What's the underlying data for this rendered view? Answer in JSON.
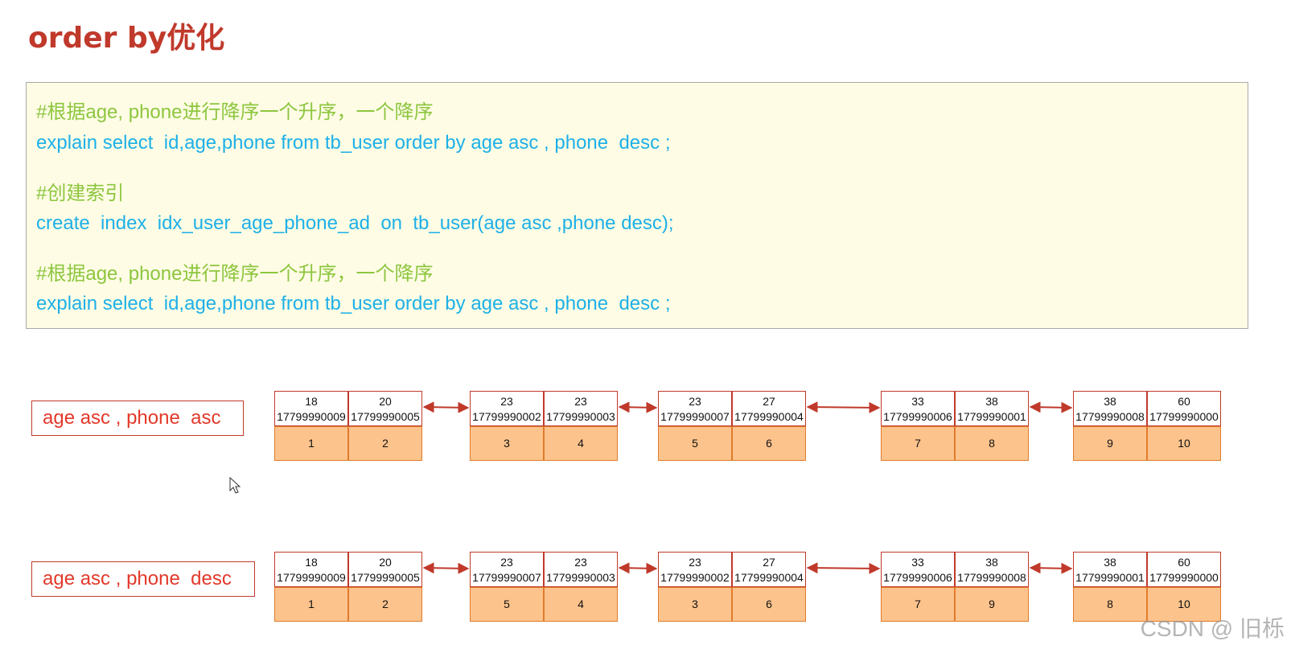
{
  "title": "order by优化",
  "code_lines": [
    {
      "type": "comment",
      "text": "#根据age, phone进行降序一个升序，一个降序"
    },
    {
      "type": "sql",
      "text": "explain select  id,age,phone from tb_user order by age asc , phone  desc ;"
    },
    {
      "type": "comment",
      "text": "#创建索引"
    },
    {
      "type": "sql",
      "text": "create  index  idx_user_age_phone_ad  on  tb_user(age asc ,phone desc);"
    },
    {
      "type": "comment",
      "text": "#根据age, phone进行降序一个升序，一个降序"
    },
    {
      "type": "sql",
      "text": "explain select  id,age,phone from tb_user order by age asc , phone  desc ;"
    }
  ],
  "rows": [
    {
      "label": "age asc , phone  asc",
      "nodes": [
        [
          {
            "age": "18",
            "phone": "17799990009",
            "id": "1"
          },
          {
            "age": "20",
            "phone": "17799990005",
            "id": "2"
          }
        ],
        [
          {
            "age": "23",
            "phone": "17799990002",
            "id": "3"
          },
          {
            "age": "23",
            "phone": "17799990003",
            "id": "4"
          }
        ],
        [
          {
            "age": "23",
            "phone": "17799990007",
            "id": "5"
          },
          {
            "age": "27",
            "phone": "17799990004",
            "id": "6"
          }
        ],
        [
          {
            "age": "33",
            "phone": "17799990006",
            "id": "7"
          },
          {
            "age": "38",
            "phone": "17799990001",
            "id": "8"
          }
        ],
        [
          {
            "age": "38",
            "phone": "17799990008",
            "id": "9"
          },
          {
            "age": "60",
            "phone": "17799990000",
            "id": "10"
          }
        ]
      ]
    },
    {
      "label": "age asc , phone  desc",
      "nodes": [
        [
          {
            "age": "18",
            "phone": "17799990009",
            "id": "1"
          },
          {
            "age": "20",
            "phone": "17799990005",
            "id": "2"
          }
        ],
        [
          {
            "age": "23",
            "phone": "17799990007",
            "id": "5"
          },
          {
            "age": "23",
            "phone": "17799990003",
            "id": "4"
          }
        ],
        [
          {
            "age": "23",
            "phone": "17799990002",
            "id": "3"
          },
          {
            "age": "27",
            "phone": "17799990004",
            "id": "6"
          }
        ],
        [
          {
            "age": "33",
            "phone": "17799990006",
            "id": "7"
          },
          {
            "age": "38",
            "phone": "17799990008",
            "id": "9"
          }
        ],
        [
          {
            "age": "38",
            "phone": "17799990001",
            "id": "8"
          },
          {
            "age": "60",
            "phone": "17799990000",
            "id": "10"
          }
        ]
      ]
    }
  ],
  "watermark": "CSDN @ 旧栎",
  "colors": {
    "title": "#c0392b",
    "comment": "#8dc63f",
    "sql": "#1eb0e8",
    "label": "#e3392b",
    "key_border": "#c0392b",
    "ptr_fill": "#fdc38c",
    "ptr_border": "#e07b2c",
    "link_arrow": "#c0392b"
  }
}
